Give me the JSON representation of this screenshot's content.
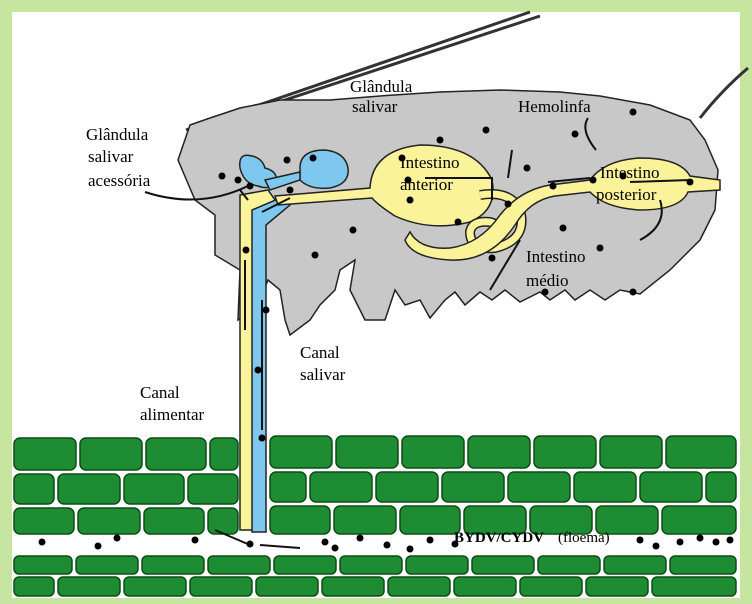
{
  "labels": {
    "glandula_salivar_1": "Glândula",
    "glandula_salivar_2": "salivar",
    "acessoria_1": "Glândula",
    "acessoria_2": "salivar",
    "acessoria_3": "acessória",
    "hemolinfa": "Hemolinfa",
    "intestino_anterior_1": "Intestino",
    "intestino_anterior_2": "anterior",
    "intestino_posterior_1": "Intestino",
    "intestino_posterior_2": "posterior",
    "intestino_medio_1": "Intestino",
    "intestino_medio_2": "médio",
    "canal_salivar_1": "Canal",
    "canal_salivar_2": "salivar",
    "canal_alimentar_1": "Canal",
    "canal_alimentar_2": "alimentar",
    "virus": "BYDV/CYDV",
    "floema": "(floema)"
  },
  "colors": {
    "background": "#c6e5a0",
    "insect_body": "#c8c8c8",
    "salivary": "#7ec8f0",
    "gut": "#fbf39a",
    "plant_cells": "#1e8c32",
    "virus_particles": "#000000"
  }
}
